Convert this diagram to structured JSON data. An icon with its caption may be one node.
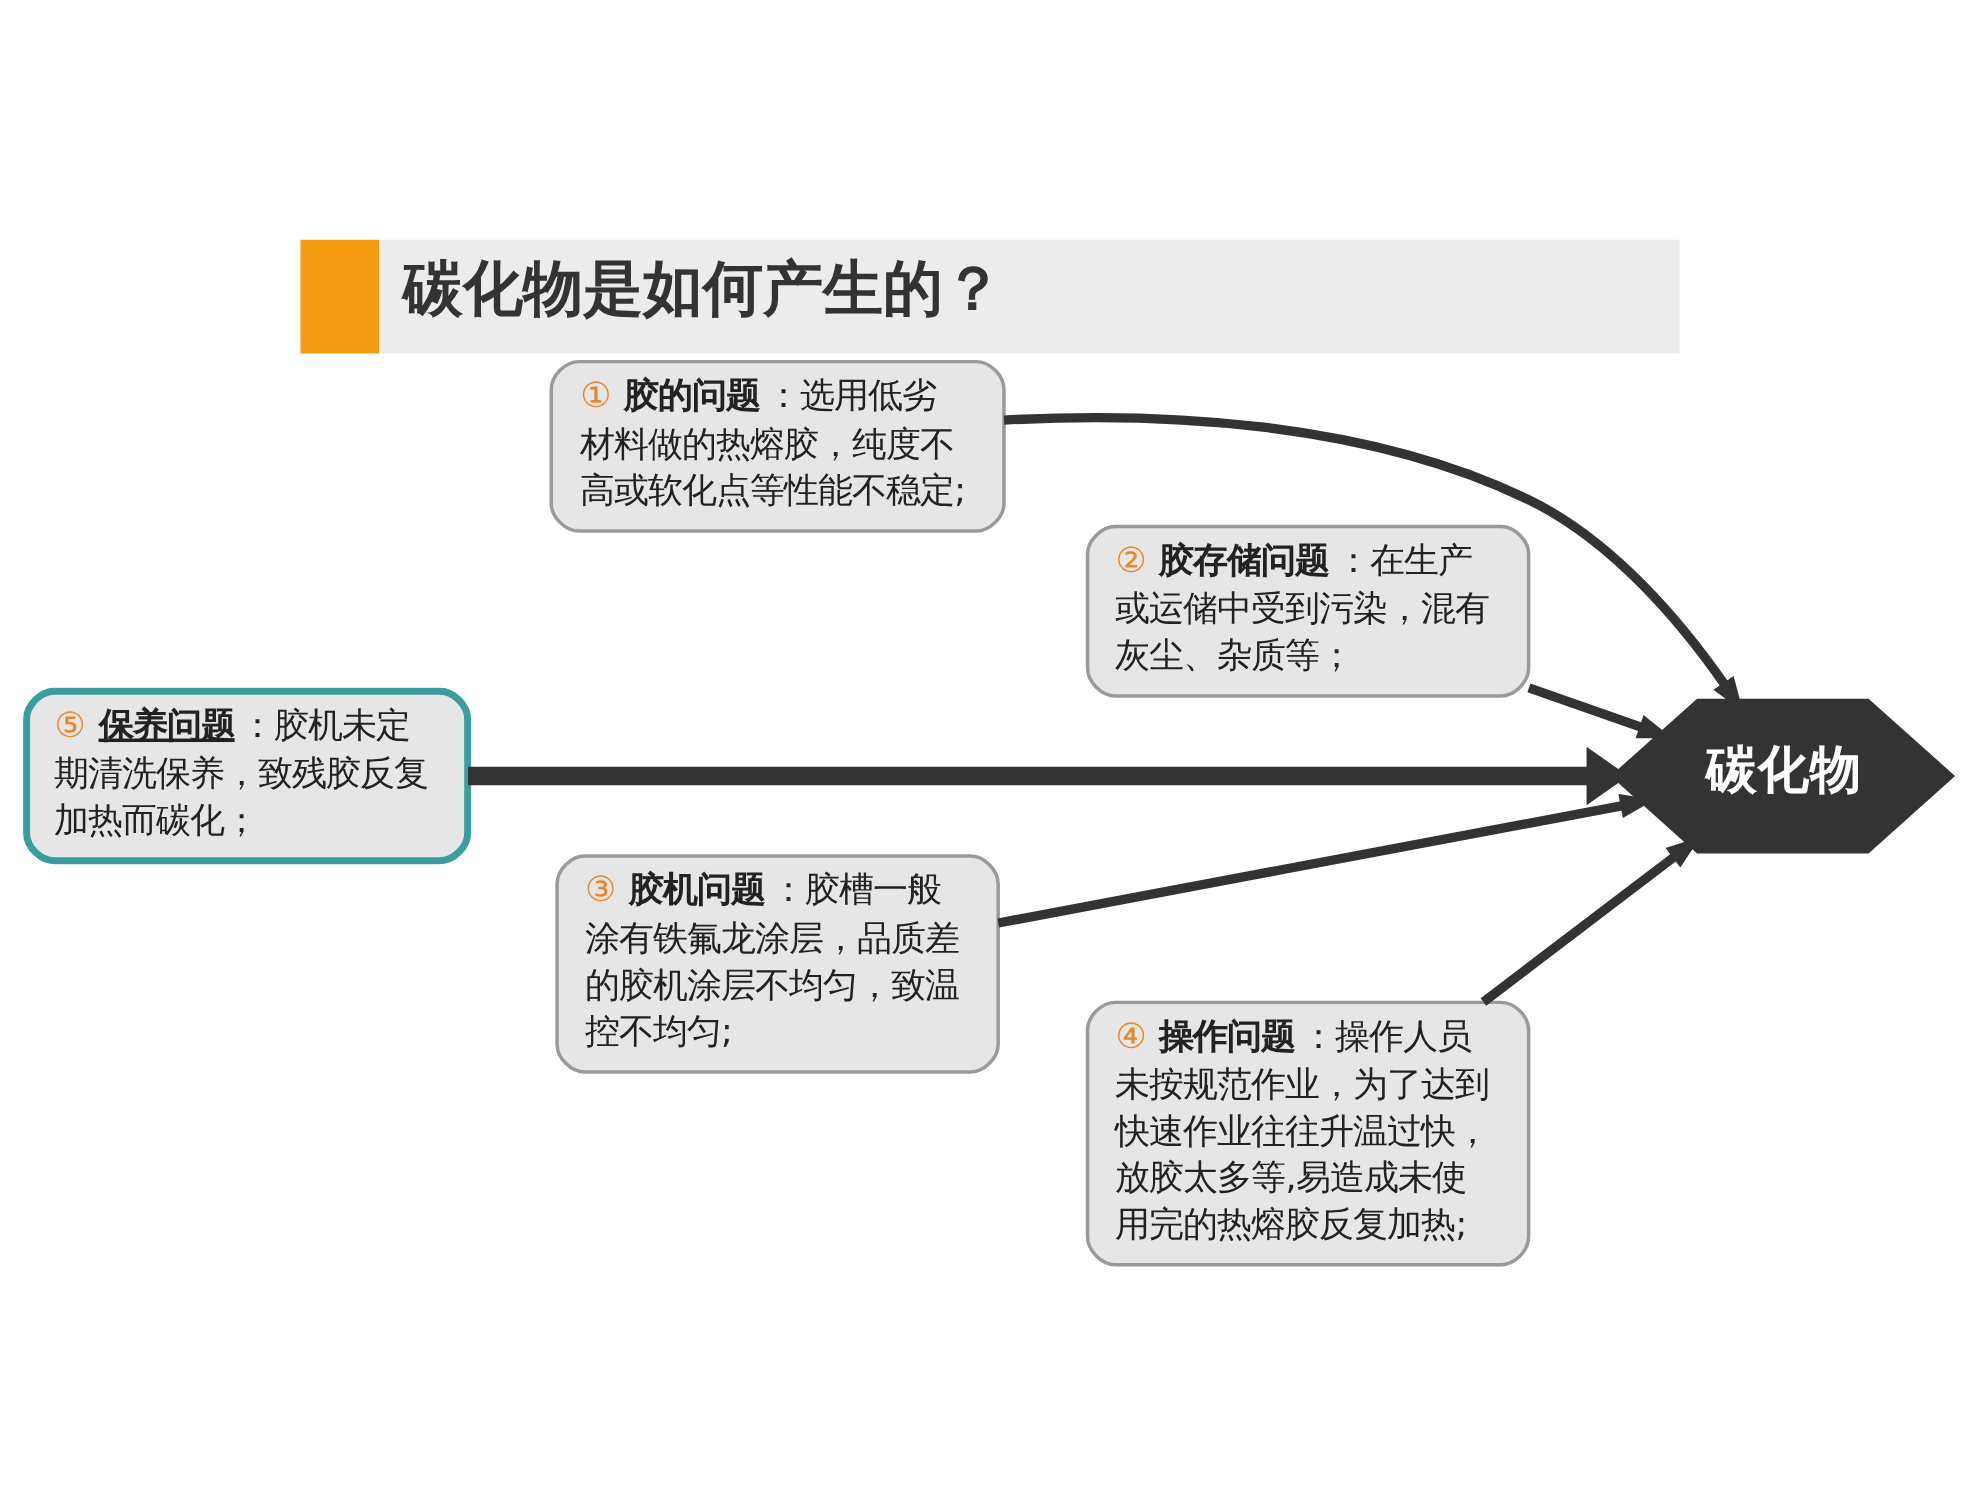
{
  "diagram": {
    "title": "碳化物是如何产生的？",
    "nodes": [
      {
        "text": [
          "① **胶的问题**：选用低劣材料做的热熔胶，纯度不高或软化点等性能不稳定;"
        ]
      },
      {
        "text": [
          "② **胶存储问题**：在生产或运储中受到污染，混有灰尘、杂质等；"
        ]
      },
      {
        "text": [
          "⑤ **保养问题**：胶机未定期清洗保养，致残胶反复加热而碳化；"
        ]
      },
      {
        "text": [
          "碳化物"
        ]
      },
      {
        "text": [
          "③ **胶机问题**：胶槽一般涂有铁氟龙涂层，品质差的胶机涂层不均匀，致温控不均匀;"
        ]
      },
      {
        "text": [
          "④ **操作问题**：操作人员未按规范作业，为了达到快速作业往往升温过快，放胶太多等,易造成未使用完的热熔胶反复加热;"
        ]
      }
    ],
    "edges": [
      {
        "from": 0,
        "to": 3,
        "arrow": "to"
      },
      {
        "from": 1,
        "to": 3,
        "arrow": "to"
      },
      {
        "from": 2,
        "to": 3,
        "arrow": "to",
        "style": "thick"
      },
      {
        "from": 4,
        "to": 3,
        "arrow": "to"
      },
      {
        "from": 5,
        "to": 3,
        "arrow": "to"
      }
    ]
  }
}
